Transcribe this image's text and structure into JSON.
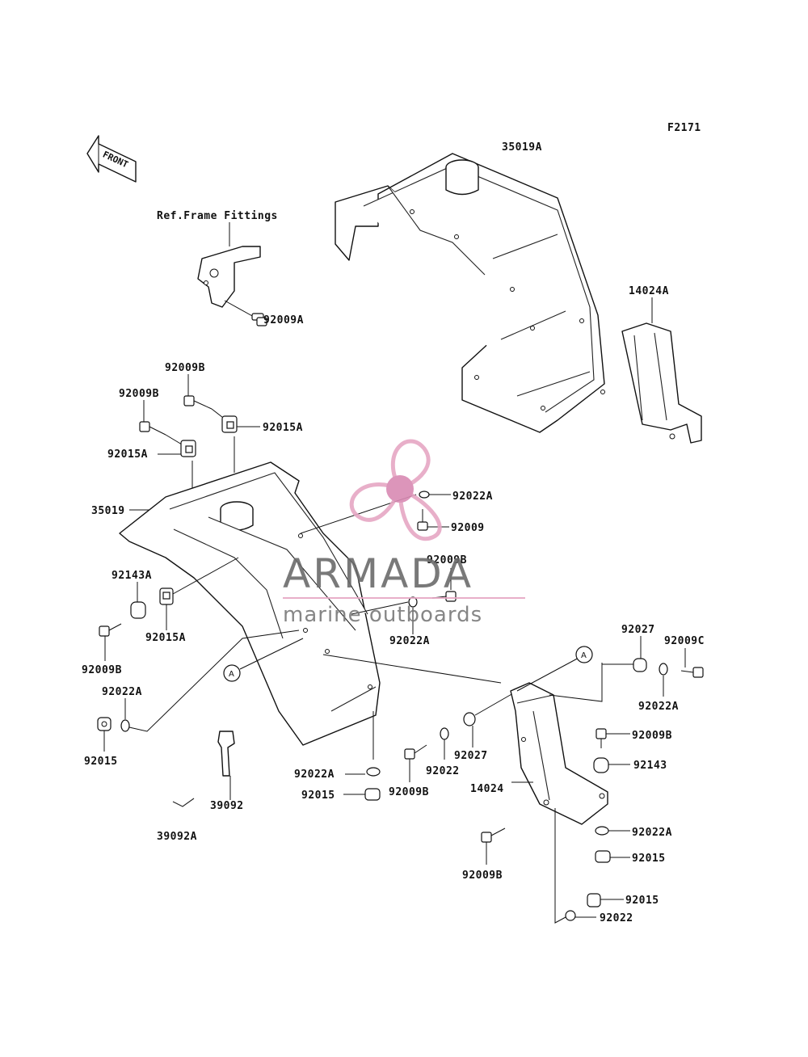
{
  "figure_code": "F2171",
  "front_label": "FRONT",
  "ref_note": "Ref.Frame Fittings",
  "callout_letter": "A",
  "watermark": {
    "brand": "ARMADA",
    "tagline": "marine outboards",
    "colors": {
      "propeller": "#e6a7c4",
      "hub": "#d98ab3",
      "brand": "#6b6b6b",
      "rule": "#e6a7c4"
    }
  },
  "parts": {
    "p35019A": "35019A",
    "p14024A": "14024A",
    "p92009A": "92009A",
    "p92009B_1": "92009B",
    "p92009B_2": "92009B",
    "p92015A_1": "92015A",
    "p92015A_2": "92015A",
    "p35019": "35019",
    "p92022A_1": "92022A",
    "p92009_1": "92009",
    "p92009B_3": "92009B",
    "p92143A": "92143A",
    "p92015A_3": "92015A",
    "p92022A_2": "92022A",
    "p92009B_4": "92009B",
    "p92022A_3": "92022A",
    "p92015_1": "92015",
    "p92027_1": "92027",
    "p92009C": "92009C",
    "p92022A_4": "92022A",
    "p92009B_5": "92009B",
    "p92143": "92143",
    "p92027_2": "92027",
    "p92022_1": "92022",
    "p92009B_6": "92009B",
    "p92022A_5": "92022A",
    "p92015_2": "92015",
    "p14024": "14024",
    "p39092": "39092",
    "p39092A": "39092A",
    "p92022A_6": "92022A",
    "p92015_3": "92015",
    "p92009B_7": "92009B",
    "p92015_4": "92015",
    "p92022_2": "92022"
  }
}
